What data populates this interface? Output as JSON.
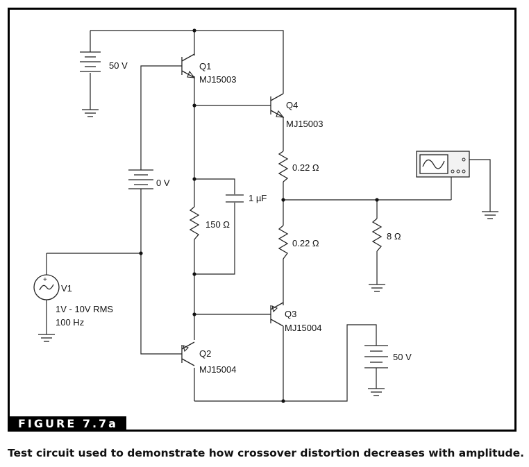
{
  "figure_label": "FIGURE 7.7a",
  "caption": "Test circuit used to demonstrate how crossover distortion decreases with amplitude.",
  "components": {
    "battery_top": "50 V",
    "battery_mid": "0 V",
    "battery_bottom": "50 V",
    "q1_name": "Q1",
    "q1_part": "MJ15003",
    "q2_name": "Q2",
    "q2_part": "MJ15004",
    "q3_name": "Q3",
    "q3_part": "MJ15004",
    "q4_name": "Q4",
    "q4_part": "MJ15003",
    "r_top": "0.22 Ω",
    "r_bottom": "0.22 Ω",
    "r_bias": "150 Ω",
    "r_load": "8 Ω",
    "cap": "1 µF",
    "v1_name": "V1",
    "v1_amplitude": "1V - 10V RMS",
    "v1_freq": "100 Hz"
  }
}
